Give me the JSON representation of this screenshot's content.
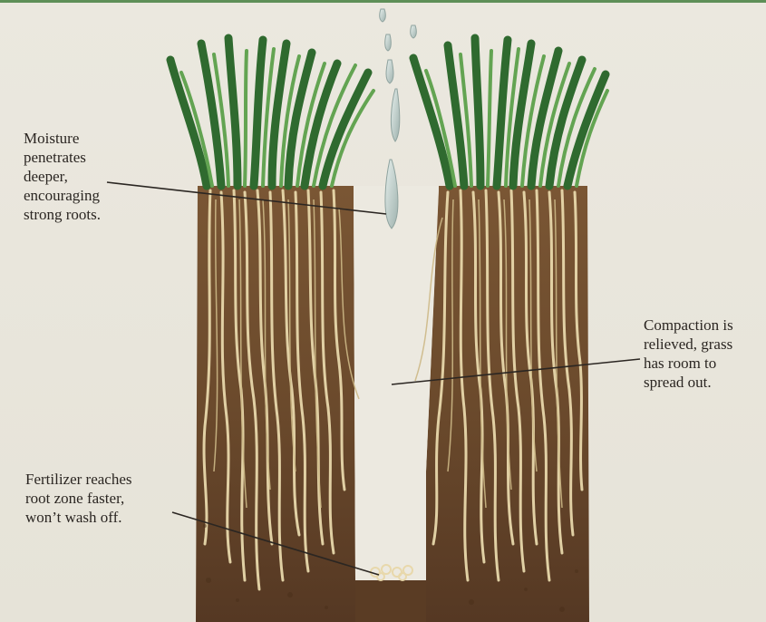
{
  "labels": {
    "moisture": [
      "Moisture",
      "penetrates",
      "deeper,",
      "encouraging",
      "strong roots."
    ],
    "compaction": [
      "Compaction is",
      "relieved, grass",
      "has room to",
      "spread out."
    ],
    "fertilizer": [
      "Fertilizer reaches",
      "root zone faster,",
      "won’t wash off."
    ]
  },
  "colors": {
    "background": "#e9e6dc",
    "soil": "#6b4a2c",
    "soil_dark": "#4a2f1a",
    "roots": "#e7d6a8",
    "grass": "#3f7d3a",
    "grass_light": "#6aa657",
    "water": "#b9c9c6",
    "leader_line": "#2b2622"
  }
}
